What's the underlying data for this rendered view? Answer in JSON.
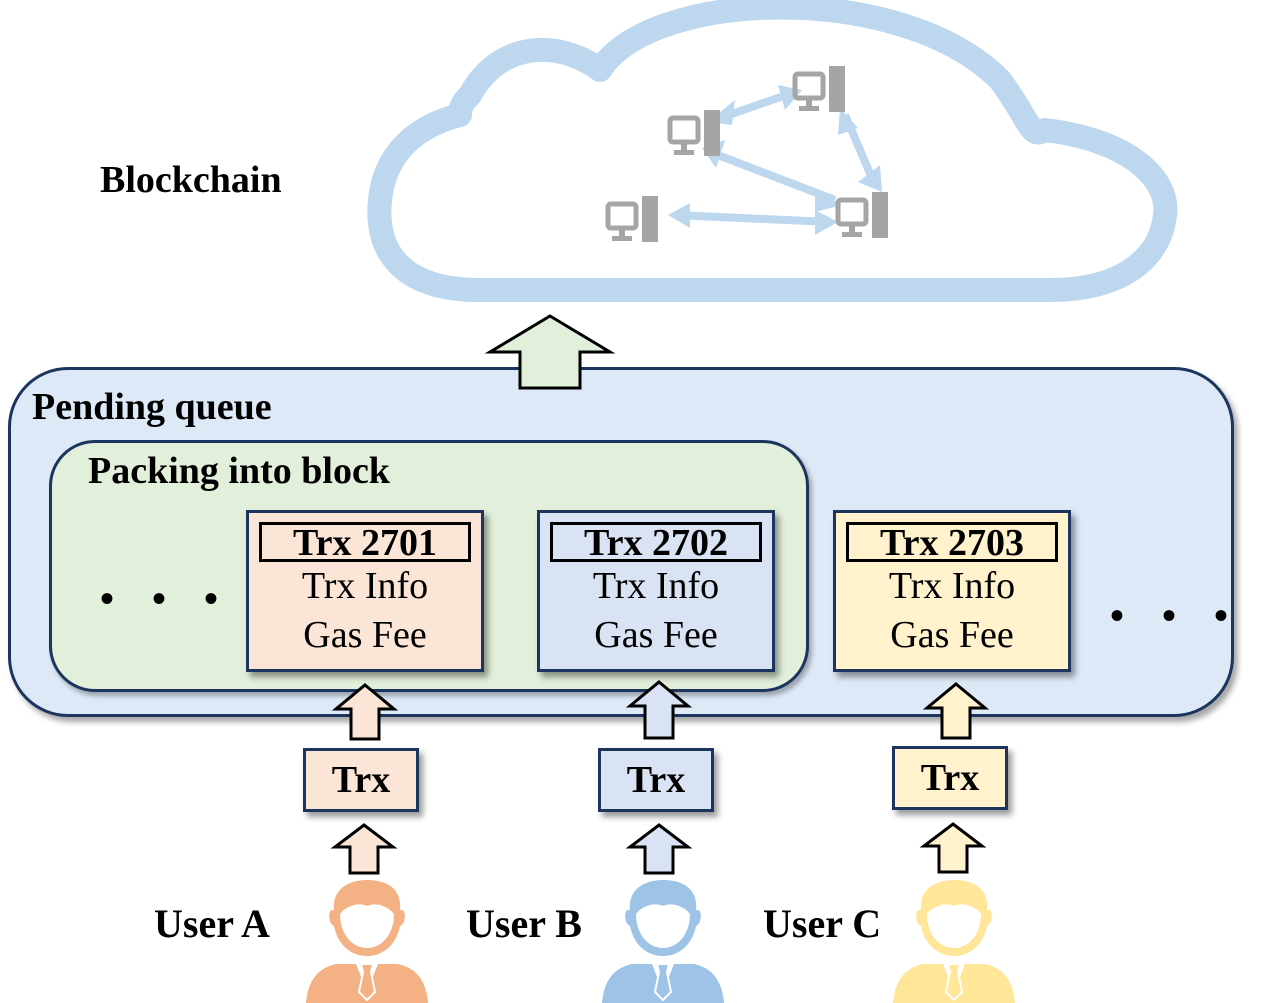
{
  "title": "Blockchain",
  "cloud": {
    "nodes": [
      "computer-node-1",
      "computer-node-2",
      "computer-node-3",
      "computer-node-4"
    ],
    "links": [
      [
        "computer-node-1",
        "computer-node-2"
      ],
      [
        "computer-node-1",
        "computer-node-4"
      ],
      [
        "computer-node-2",
        "computer-node-4"
      ],
      [
        "computer-node-3",
        "computer-node-4"
      ]
    ]
  },
  "pending_queue": {
    "label": "Pending queue",
    "packing": {
      "label": "Packing into block",
      "leading_ellipsis": "• • •"
    },
    "trailing_ellipsis": "• • •",
    "transactions": [
      {
        "id": "Trx 2701",
        "info": "Trx Info",
        "fee": "Gas Fee",
        "color": "#fbe5d6"
      },
      {
        "id": "Trx 2702",
        "info": "Trx Info",
        "fee": "Gas Fee",
        "color": "#dae3f3"
      },
      {
        "id": "Trx 2703",
        "info": "Trx Info",
        "fee": "Gas Fee",
        "color": "#fff2cc"
      }
    ]
  },
  "submissions": [
    {
      "trx_label": "Trx",
      "user": "User A",
      "color": "#fbe5d6",
      "person_color": "#f4b183"
    },
    {
      "trx_label": "Trx",
      "user": "User B",
      "color": "#dae3f3",
      "person_color": "#9dc3e6"
    },
    {
      "trx_label": "Trx",
      "user": "User C",
      "color": "#fff2cc",
      "person_color": "#ffe699"
    }
  ],
  "colors": {
    "cloud": "#bdd7ee",
    "computer": "#a5a5a5",
    "queue_bg": "#dde9f6",
    "packing_bg": "#e2efda",
    "border": "#1c355e",
    "upload_arrow": "#e2efda"
  }
}
